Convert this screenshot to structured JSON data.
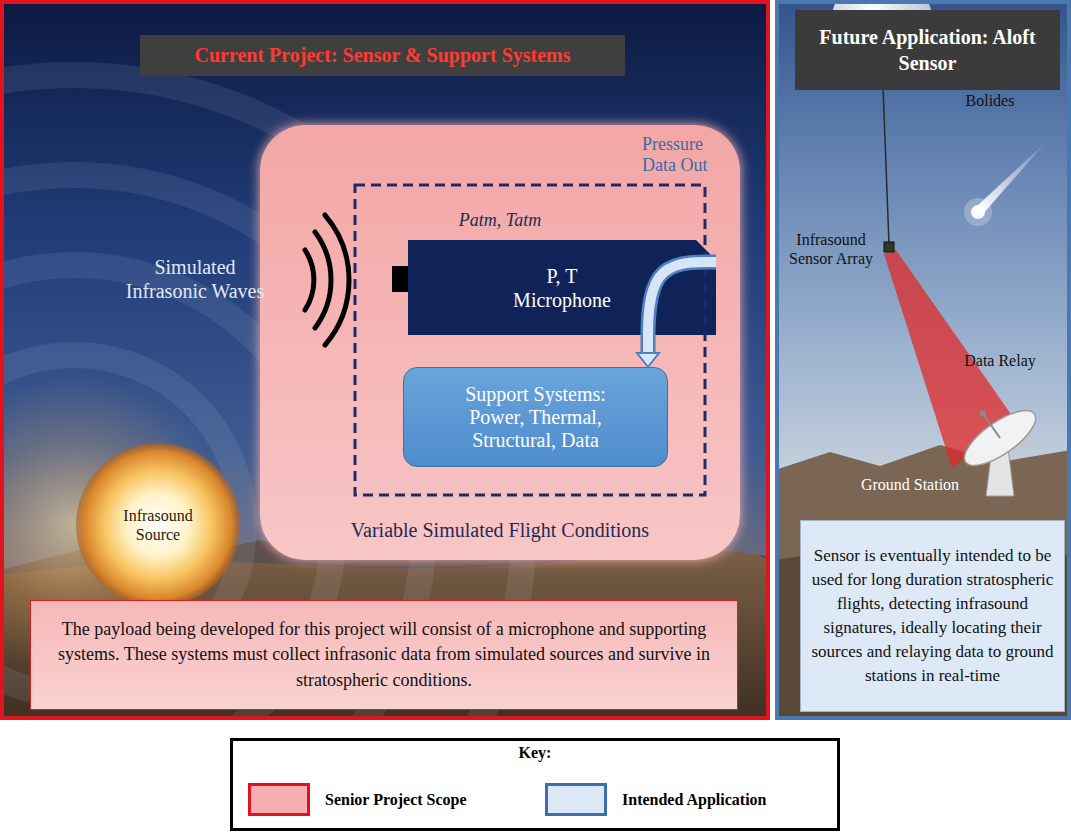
{
  "diagram": {
    "nodes": [
      {
        "text": [
          "Current Project: Sensor & Support Systems"
        ]
      },
      {
        "text": [
          "Variable Simulated Flight Conditions"
        ],
        "in": 0
      },
      {
        "text": [
          "P, T Microphone"
        ],
        "in": 1
      },
      {
        "text": [
          "Support Systems: Power, Thermal, Structural, Data"
        ],
        "in": 1
      },
      {
        "text": [
          "Infrasound Source"
        ],
        "in": 0
      },
      {
        "text": [
          "The payload being developed for this project will consist of a microphone and supporting systems. These systems must collect infrasonic data from simulated sources and survive in stratospheric conditions."
        ],
        "in": 0
      },
      {
        "text": [
          "Future Application: Aloft Sensor"
        ]
      },
      {
        "text": [
          "Sensor is eventually intended to be used for long duration stratospheric flights, detecting infrasound signatures, ideally locating their sources and relaying data to ground stations in real-time"
        ],
        "in": 6
      }
    ],
    "edges": [
      {
        "from": 2,
        "to": 3,
        "arrow": "to",
        "label": "Pressure Data Out"
      }
    ],
    "labels": [
      "Simulated Infrasonic Waves",
      "Patm, Tatm",
      "Bolides",
      "Infrasound Sensor Array",
      "Data Relay",
      "Ground Station",
      "Key:"
    ],
    "legend": [
      {
        "text": "Senior Project Scope",
        "color": "#f4b0b0"
      },
      {
        "text": "Intended Application",
        "color": "#dce8f5"
      }
    ]
  }
}
